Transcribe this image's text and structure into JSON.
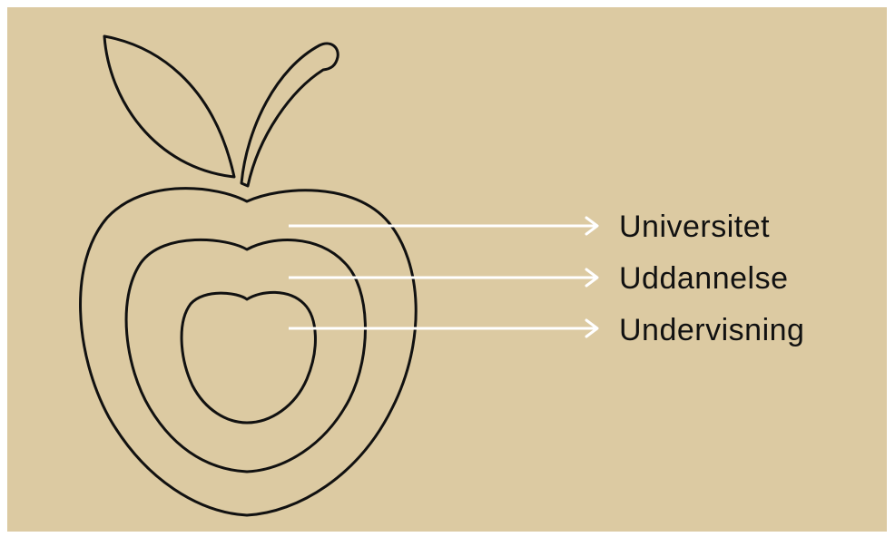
{
  "colors": {
    "background": "#dccaa2",
    "outline": "#111111",
    "arrow": "#ffffff"
  },
  "labels": {
    "outer": "Universitet",
    "middle": "Uddannelse",
    "inner": "Undervisning"
  },
  "icons": {
    "apple": "apple-outline-icon",
    "leaf": "leaf-icon",
    "stem": "stem-icon"
  }
}
